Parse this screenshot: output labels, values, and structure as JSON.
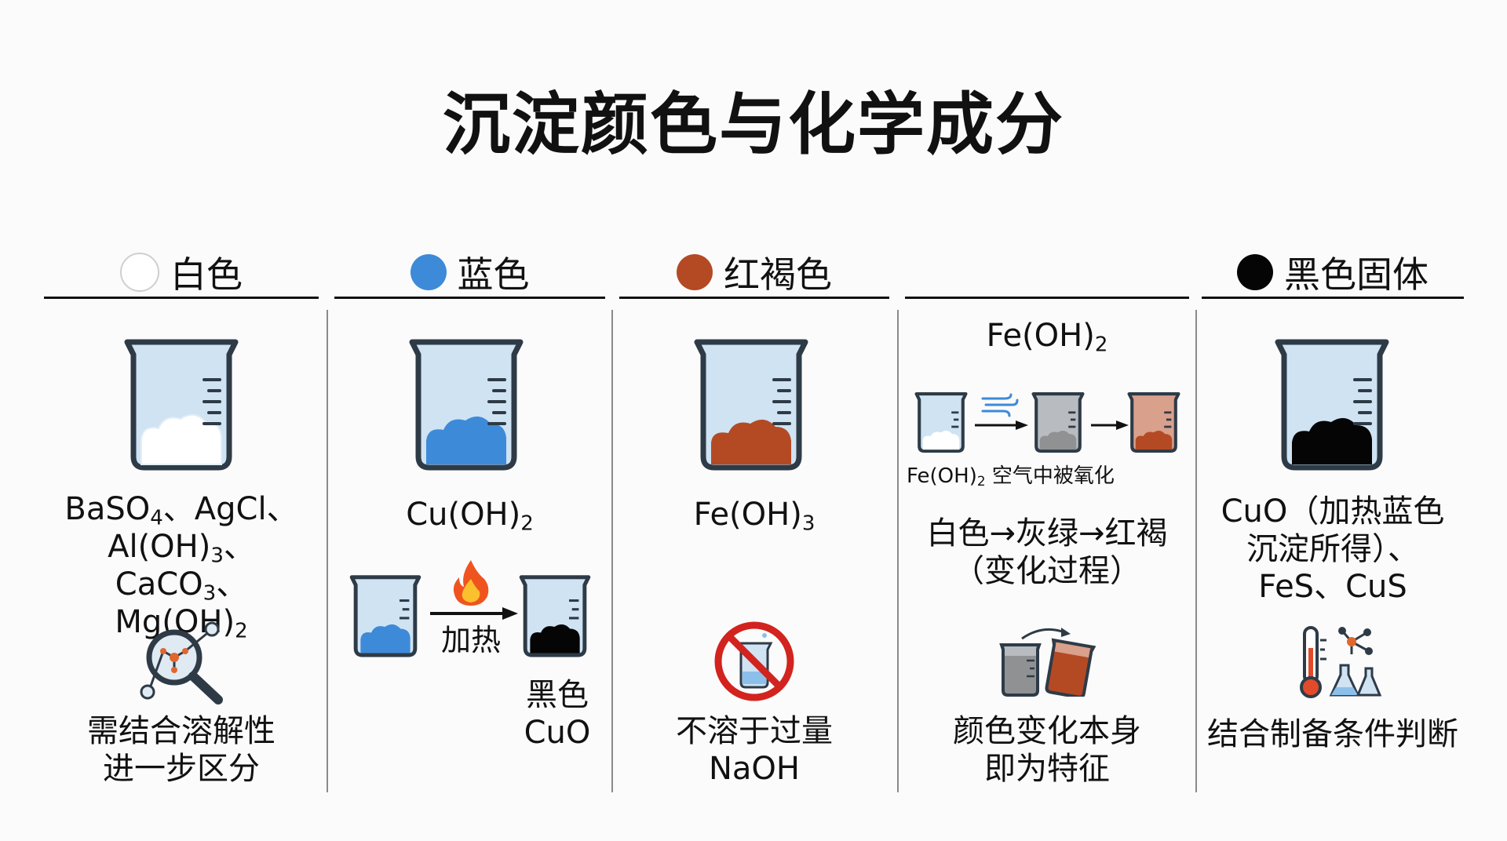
{
  "title": "沉淀颜色与化学成分",
  "colors": {
    "white": "#ffffff",
    "blue": "#3d8ad8",
    "red_brown": "#b34a24",
    "black": "#050505",
    "gray_green": "#8f9193",
    "beaker_fill": "#cfe3f3",
    "beaker_outline": "#2e3b47"
  },
  "headers": [
    {
      "label": "白色",
      "dot_color": "#ffffff"
    },
    {
      "label": "蓝色",
      "dot_color": "#3d8ad8"
    },
    {
      "label": "红褐色",
      "dot_color": "#b34a24"
    },
    {
      "label": "",
      "dot_color": ""
    },
    {
      "label": "黑色固体",
      "dot_color": "#050505"
    }
  ],
  "col1": {
    "compounds": {
      "line1a": "BaSO",
      "line1a_sub": "4",
      "line1b": "、AgCl、",
      "line2a": "Al(OH)",
      "line2a_sub": "3",
      "line2b": "、CaCO",
      "line2b_sub": "3",
      "line2c": "、",
      "line3a": "Mg(OH)",
      "line3a_sub": "2"
    },
    "note_line1": "需结合溶解性",
    "note_line2": "进一步区分",
    "icon": "magnifier-molecule-icon"
  },
  "col2": {
    "formula": "Cu(OH)",
    "formula_sub": "2",
    "heat_label": "加热",
    "product_line1": "黑色",
    "product_line2": "CuO",
    "icon": "flame-icon"
  },
  "col3": {
    "formula": "Fe(OH)",
    "formula_sub": "3",
    "note_line1": "不溶于过量",
    "note_line2": "NaOH",
    "icon": "no-dissolve-icon"
  },
  "col4": {
    "formula": "Fe(OH)",
    "formula_sub": "2",
    "small_label": "Fe(OH)",
    "small_label_sub": "2",
    "small_label_rest": " 空气中被氧化",
    "change_line1": "白色→灰绿→红褐",
    "change_line2": "（变化过程）",
    "note_line1": "颜色变化本身",
    "note_line2": "即为特征",
    "icon": "wind-icon"
  },
  "col5": {
    "line1": "CuO（加热蓝色",
    "line2": "沉淀所得）、",
    "line3": "FeS、CuS",
    "note": "结合制备条件判断",
    "icon": "thermometer-flask-icon"
  }
}
